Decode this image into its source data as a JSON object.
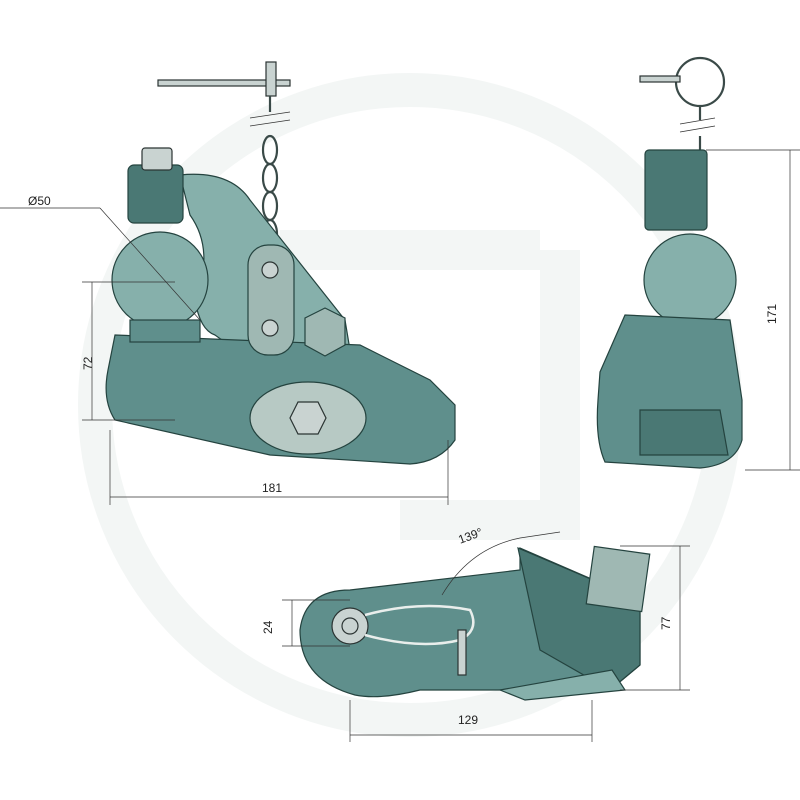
{
  "dimensions": {
    "ball_diameter": "Ø50",
    "ball_height": "72",
    "length": "181",
    "height": "171",
    "angle": "139°",
    "width_24": "24",
    "width_77": "77",
    "width_129": "129"
  },
  "colors": {
    "body": "#5f8f8c",
    "outline": "#24433f",
    "background": "#ffffff"
  }
}
